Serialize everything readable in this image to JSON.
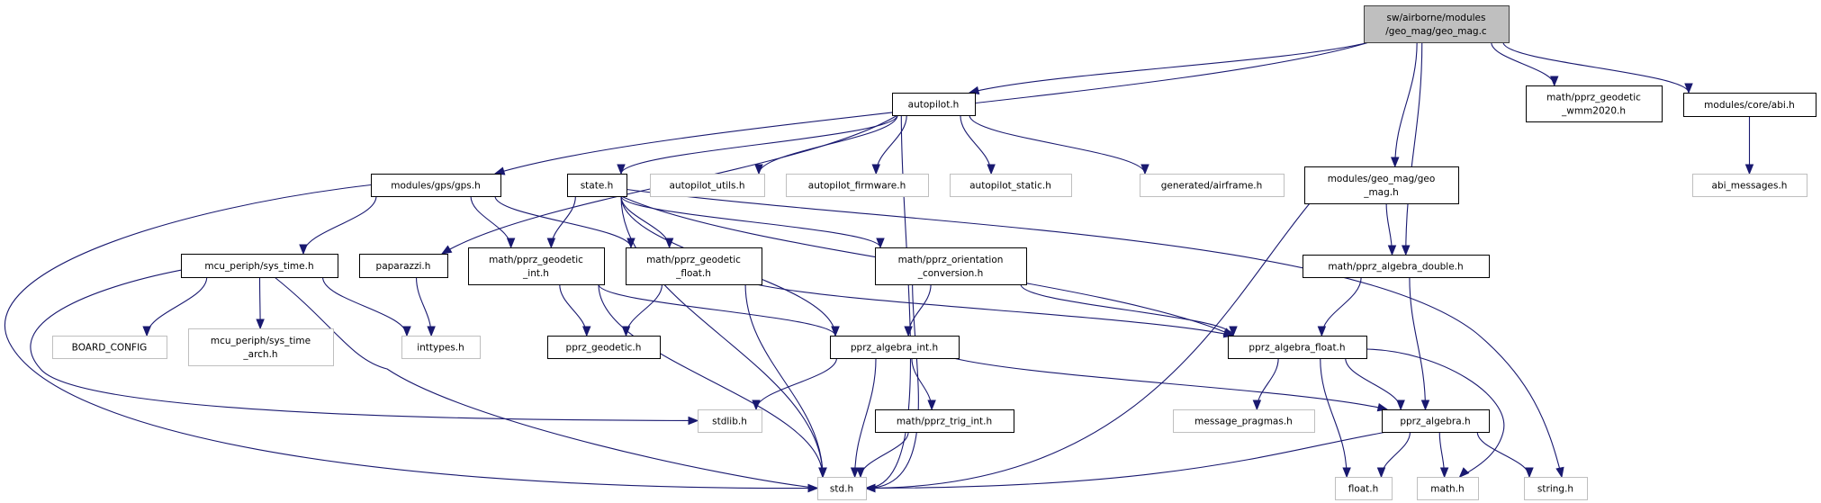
{
  "colors": {
    "edge": "#191970",
    "documented_border": "#000000",
    "undocumented_border": "#bfbfbf",
    "root_fill": "#bfbfbf",
    "root_border": "#404040"
  },
  "nodes": {
    "root": {
      "lines": [
        "sw/airborne/modules",
        "/geo_mag/geo_mag.c"
      ],
      "kind": "root"
    },
    "autopilot": {
      "lines": [
        "autopilot.h"
      ],
      "kind": "documented"
    },
    "gps": {
      "lines": [
        "modules/gps/gps.h"
      ],
      "kind": "documented"
    },
    "state": {
      "lines": [
        "state.h"
      ],
      "kind": "documented"
    },
    "ap_utils": {
      "lines": [
        "autopilot_utils.h"
      ],
      "kind": "undocumented"
    },
    "ap_firmware": {
      "lines": [
        "autopilot_firmware.h"
      ],
      "kind": "undocumented"
    },
    "ap_static": {
      "lines": [
        "autopilot_static.h"
      ],
      "kind": "undocumented"
    },
    "airframe": {
      "lines": [
        "generated/airframe.h"
      ],
      "kind": "undocumented"
    },
    "geo_mag_h": {
      "lines": [
        "modules/geo_mag/geo",
        "_mag.h"
      ],
      "kind": "documented"
    },
    "wmm2020": {
      "lines": [
        "math/pprz_geodetic",
        "_wmm2020.h"
      ],
      "kind": "documented"
    },
    "abi": {
      "lines": [
        "modules/core/abi.h"
      ],
      "kind": "documented"
    },
    "abi_messages": {
      "lines": [
        "abi_messages.h"
      ],
      "kind": "undocumented"
    },
    "sys_time": {
      "lines": [
        "mcu_periph/sys_time.h"
      ],
      "kind": "documented"
    },
    "paparazzi": {
      "lines": [
        "paparazzi.h"
      ],
      "kind": "documented"
    },
    "geodetic_int": {
      "lines": [
        "math/pprz_geodetic",
        "_int.h"
      ],
      "kind": "documented"
    },
    "geodetic_float": {
      "lines": [
        "math/pprz_geodetic",
        "_float.h"
      ],
      "kind": "documented"
    },
    "orientation": {
      "lines": [
        "math/pprz_orientation",
        "_conversion.h"
      ],
      "kind": "documented"
    },
    "algebra_double": {
      "lines": [
        "math/pprz_algebra_double.h"
      ],
      "kind": "documented"
    },
    "board_config": {
      "lines": [
        "BOARD_CONFIG"
      ],
      "kind": "undocumented"
    },
    "sys_time_arch": {
      "lines": [
        "mcu_periph/sys_time",
        "_arch.h"
      ],
      "kind": "undocumented"
    },
    "inttypes": {
      "lines": [
        "inttypes.h"
      ],
      "kind": "undocumented"
    },
    "pprz_geodetic": {
      "lines": [
        "pprz_geodetic.h"
      ],
      "kind": "documented"
    },
    "algebra_int": {
      "lines": [
        "pprz_algebra_int.h"
      ],
      "kind": "documented"
    },
    "algebra_float": {
      "lines": [
        "pprz_algebra_float.h"
      ],
      "kind": "documented"
    },
    "stdlib": {
      "lines": [
        "stdlib.h"
      ],
      "kind": "undocumented"
    },
    "trig_int": {
      "lines": [
        "math/pprz_trig_int.h"
      ],
      "kind": "documented"
    },
    "message_pragmas": {
      "lines": [
        "message_pragmas.h"
      ],
      "kind": "undocumented"
    },
    "pprz_algebra": {
      "lines": [
        "pprz_algebra.h"
      ],
      "kind": "documented"
    },
    "std": {
      "lines": [
        "std.h"
      ],
      "kind": "undocumented"
    },
    "float": {
      "lines": [
        "float.h"
      ],
      "kind": "undocumented"
    },
    "math": {
      "lines": [
        "math.h"
      ],
      "kind": "undocumented"
    },
    "string": {
      "lines": [
        "string.h"
      ],
      "kind": "undocumented"
    }
  },
  "edges": [
    [
      "root",
      "gps"
    ],
    [
      "root",
      "autopilot"
    ],
    [
      "root",
      "geo_mag_h"
    ],
    [
      "root",
      "algebra_double"
    ],
    [
      "root",
      "wmm2020"
    ],
    [
      "root",
      "abi"
    ],
    [
      "autopilot",
      "state"
    ],
    [
      "autopilot",
      "paparazzi"
    ],
    [
      "autopilot",
      "ap_utils"
    ],
    [
      "autopilot",
      "ap_firmware"
    ],
    [
      "autopilot",
      "ap_static"
    ],
    [
      "autopilot",
      "airframe"
    ],
    [
      "autopilot",
      "std"
    ],
    [
      "gps",
      "sys_time"
    ],
    [
      "gps",
      "geodetic_int"
    ],
    [
      "gps",
      "geodetic_float"
    ],
    [
      "gps",
      "std"
    ],
    [
      "state",
      "geodetic_int"
    ],
    [
      "state",
      "geodetic_float"
    ],
    [
      "state",
      "orientation"
    ],
    [
      "state",
      "algebra_int"
    ],
    [
      "state",
      "algebra_float"
    ],
    [
      "state",
      "std"
    ],
    [
      "state",
      "string"
    ],
    [
      "sys_time",
      "board_config"
    ],
    [
      "sys_time",
      "sys_time_arch"
    ],
    [
      "sys_time",
      "inttypes"
    ],
    [
      "sys_time",
      "stdlib"
    ],
    [
      "sys_time",
      "std"
    ],
    [
      "paparazzi",
      "inttypes"
    ],
    [
      "geodetic_int",
      "pprz_geodetic"
    ],
    [
      "geodetic_int",
      "algebra_int"
    ],
    [
      "geodetic_int",
      "std"
    ],
    [
      "geodetic_float",
      "pprz_geodetic"
    ],
    [
      "geodetic_float",
      "algebra_float"
    ],
    [
      "geodetic_float",
      "std"
    ],
    [
      "orientation",
      "algebra_int"
    ],
    [
      "orientation",
      "algebra_float"
    ],
    [
      "orientation",
      "std"
    ],
    [
      "algebra_int",
      "stdlib"
    ],
    [
      "algebra_int",
      "std"
    ],
    [
      "algebra_int",
      "trig_int"
    ],
    [
      "algebra_int",
      "pprz_algebra"
    ],
    [
      "trig_int",
      "std"
    ],
    [
      "geo_mag_h",
      "algebra_double"
    ],
    [
      "geo_mag_h",
      "std"
    ],
    [
      "algebra_double",
      "algebra_float"
    ],
    [
      "algebra_double",
      "pprz_algebra"
    ],
    [
      "algebra_float",
      "message_pragmas"
    ],
    [
      "algebra_float",
      "float"
    ],
    [
      "algebra_float",
      "pprz_algebra"
    ],
    [
      "algebra_float",
      "math"
    ],
    [
      "pprz_algebra",
      "std"
    ],
    [
      "pprz_algebra",
      "float"
    ],
    [
      "pprz_algebra",
      "math"
    ],
    [
      "pprz_algebra",
      "string"
    ],
    [
      "abi",
      "abi_messages"
    ]
  ]
}
